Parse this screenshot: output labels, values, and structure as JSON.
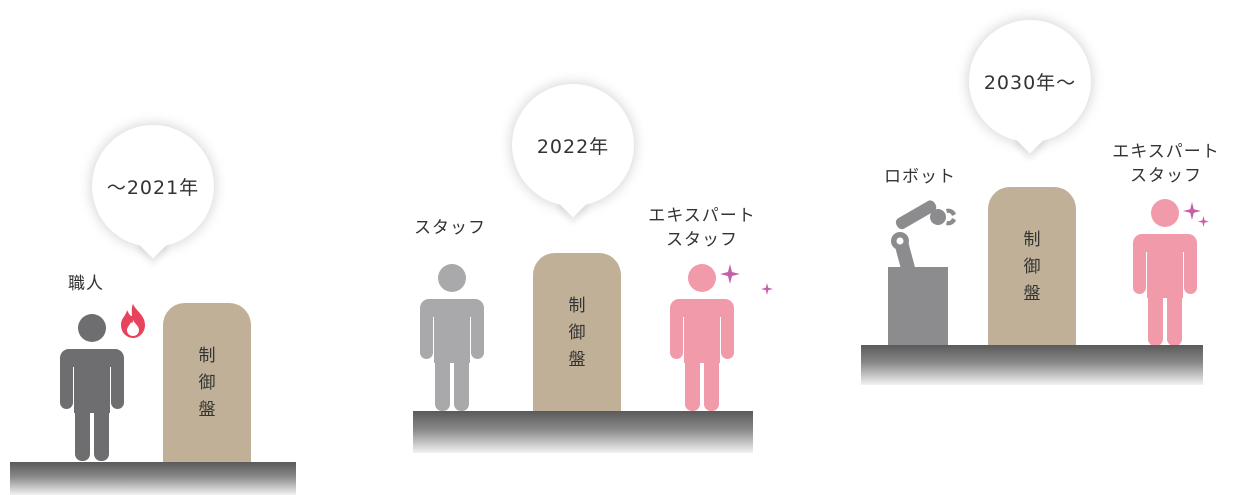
{
  "colors": {
    "craftsman": "#6e6e70",
    "staff": "#a9a9ab",
    "expert": "#f19aaa",
    "robot": "#8c8c8e",
    "panel": "#bfb097",
    "fire": "#e8435c",
    "sparkle": "#c75fa8"
  },
  "stages": [
    {
      "bubble": "～2021年",
      "worker_label": "職人",
      "panel_chars": [
        "制",
        "御",
        "盤"
      ]
    },
    {
      "bubble": "2022年",
      "staff_label": "スタッフ",
      "expert_label_line1": "エキスパート",
      "expert_label_line2": "スタッフ",
      "panel_chars": [
        "制",
        "御",
        "盤"
      ]
    },
    {
      "bubble": "2030年～",
      "robot_label": "ロボット",
      "expert_label_line1": "エキスパート",
      "expert_label_line2": "スタッフ",
      "panel_chars": [
        "制",
        "御",
        "盤"
      ]
    }
  ]
}
